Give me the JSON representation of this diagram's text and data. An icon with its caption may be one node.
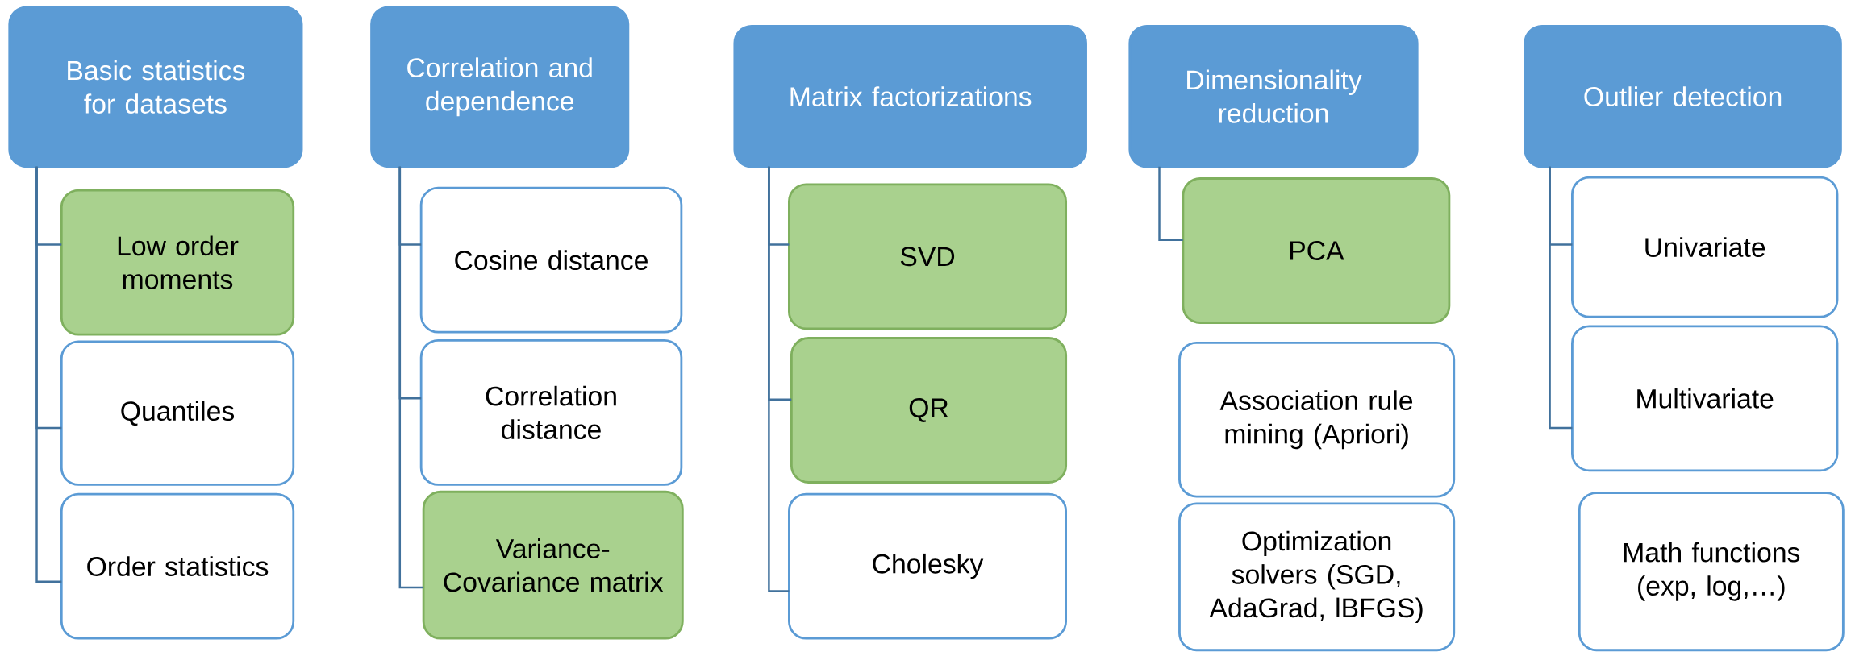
{
  "diagram": {
    "nodes": [
      {
        "text": [
          "Basic statistics for datasets"
        ]
      },
      {
        "text": [
          "Low order moments"
        ]
      },
      {
        "text": [
          "Quantiles"
        ]
      },
      {
        "text": [
          "Order statistics"
        ]
      },
      {
        "text": [
          "Correlation and dependence"
        ]
      },
      {
        "text": [
          "Cosine distance"
        ]
      },
      {
        "text": [
          "Correlation distance"
        ]
      },
      {
        "text": [
          "Variance-Covariance matrix"
        ]
      },
      {
        "text": [
          "Matrix factorizations"
        ]
      },
      {
        "text": [
          "SVD"
        ]
      },
      {
        "text": [
          "QR"
        ]
      },
      {
        "text": [
          "Cholesky"
        ]
      },
      {
        "text": [
          "Dimensionality reduction"
        ]
      },
      {
        "text": [
          "PCA"
        ]
      },
      {
        "text": [
          "Association rule mining (Apriori)"
        ]
      },
      {
        "text": [
          "Optimization solvers (SGD, AdaGrad, lBFGS)"
        ]
      },
      {
        "text": [
          "Outlier detection"
        ]
      },
      {
        "text": [
          "Univariate"
        ]
      },
      {
        "text": [
          "Multivariate"
        ]
      },
      {
        "text": [
          "Math functions (exp, log,…)"
        ]
      }
    ],
    "edges": [
      {
        "from": 0,
        "to": 1,
        "arrow": "none"
      },
      {
        "from": 0,
        "to": 2,
        "arrow": "none"
      },
      {
        "from": 0,
        "to": 3,
        "arrow": "none"
      },
      {
        "from": 4,
        "to": 5,
        "arrow": "none"
      },
      {
        "from": 4,
        "to": 6,
        "arrow": "none"
      },
      {
        "from": 4,
        "to": 7,
        "arrow": "none"
      },
      {
        "from": 8,
        "to": 9,
        "arrow": "none"
      },
      {
        "from": 8,
        "to": 10,
        "arrow": "none"
      },
      {
        "from": 8,
        "to": 11,
        "arrow": "none"
      },
      {
        "from": 12,
        "to": 13,
        "arrow": "none"
      },
      {
        "from": 16,
        "to": 17,
        "arrow": "none"
      },
      {
        "from": 16,
        "to": 18,
        "arrow": "none"
      }
    ]
  }
}
